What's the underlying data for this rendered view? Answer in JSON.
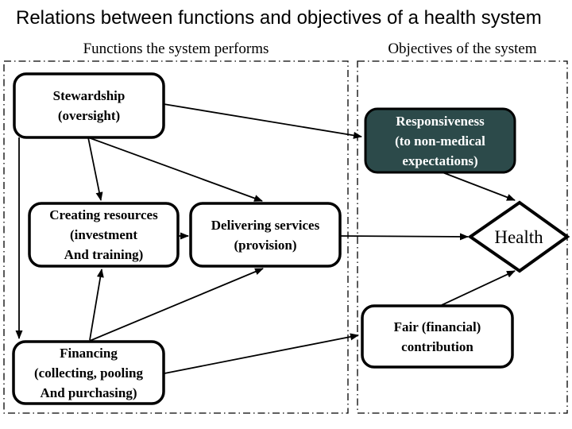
{
  "title": "Relations between functions and objectives of a health system",
  "headers": {
    "functions": "Functions the system performs",
    "objectives": "Objectives of the system"
  },
  "boxes": {
    "stewardship": {
      "lines": [
        "Stewardship",
        "(oversight)"
      ]
    },
    "creating_resources": {
      "lines": [
        "Creating resources",
        "(investment",
        "And training)"
      ]
    },
    "delivering_services": {
      "lines": [
        "Delivering services",
        "(provision)"
      ]
    },
    "financing": {
      "lines": [
        "Financing",
        "(collecting, pooling",
        "And purchasing)"
      ]
    },
    "responsiveness": {
      "lines": [
        "Responsiveness",
        "(to non-medical",
        "expectations)"
      ]
    },
    "fair_contribution": {
      "lines": [
        "Fair (financial)",
        "contribution"
      ]
    },
    "health": {
      "lines": [
        "Health"
      ]
    }
  },
  "colors": {
    "background": "#FFFFFF",
    "stroke": "#000000",
    "box_fill": "#FFFFFF",
    "responsiveness_fill": "#2C4A4A",
    "responsiveness_text": "#FFFFFF"
  },
  "edges": [
    {
      "from": "stewardship",
      "to": "responsiveness"
    },
    {
      "from": "stewardship",
      "to": "creating_resources"
    },
    {
      "from": "stewardship",
      "to": "delivering_services"
    },
    {
      "from": "stewardship",
      "to": "financing"
    },
    {
      "from": "financing",
      "to": "creating_resources"
    },
    {
      "from": "financing",
      "to": "delivering_services"
    },
    {
      "from": "creating_resources",
      "to": "delivering_services"
    },
    {
      "from": "delivering_services",
      "to": "health"
    },
    {
      "from": "responsiveness",
      "to": "health"
    },
    {
      "from": "fair_contribution",
      "to": "health"
    },
    {
      "from": "financing",
      "to": "fair_contribution"
    }
  ]
}
